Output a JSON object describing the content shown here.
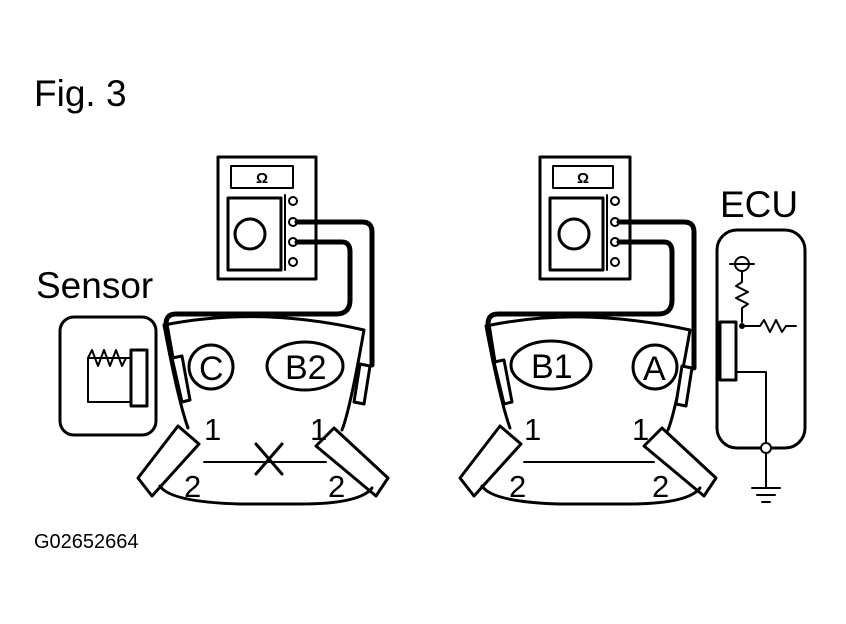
{
  "figure": {
    "title": "Fig. 3",
    "code": "G02652664"
  },
  "labels": {
    "sensor": "Sensor",
    "ecu": "ECU",
    "ohm_symbol": "Ω"
  },
  "connectors": {
    "left": {
      "terminals": [
        {
          "id": "C",
          "badge": "circle"
        },
        {
          "id": "B2",
          "badge": "oval"
        }
      ],
      "pins_top": [
        "1",
        "1"
      ],
      "pins_bottom": [
        "2",
        "2"
      ],
      "open_circuit_marker": "X"
    },
    "right": {
      "terminals": [
        {
          "id": "B1",
          "badge": "oval"
        },
        {
          "id": "A",
          "badge": "circle"
        }
      ],
      "pins_top": [
        "1",
        "1"
      ],
      "pins_bottom": [
        "2",
        "2"
      ]
    }
  },
  "icons": {
    "meter": "ohmmeter-icon",
    "sensor": "sensor-coil-icon",
    "ecu": "ecu-circuit-icon",
    "ground": "ground-icon",
    "resistor": "resistor-icon"
  }
}
